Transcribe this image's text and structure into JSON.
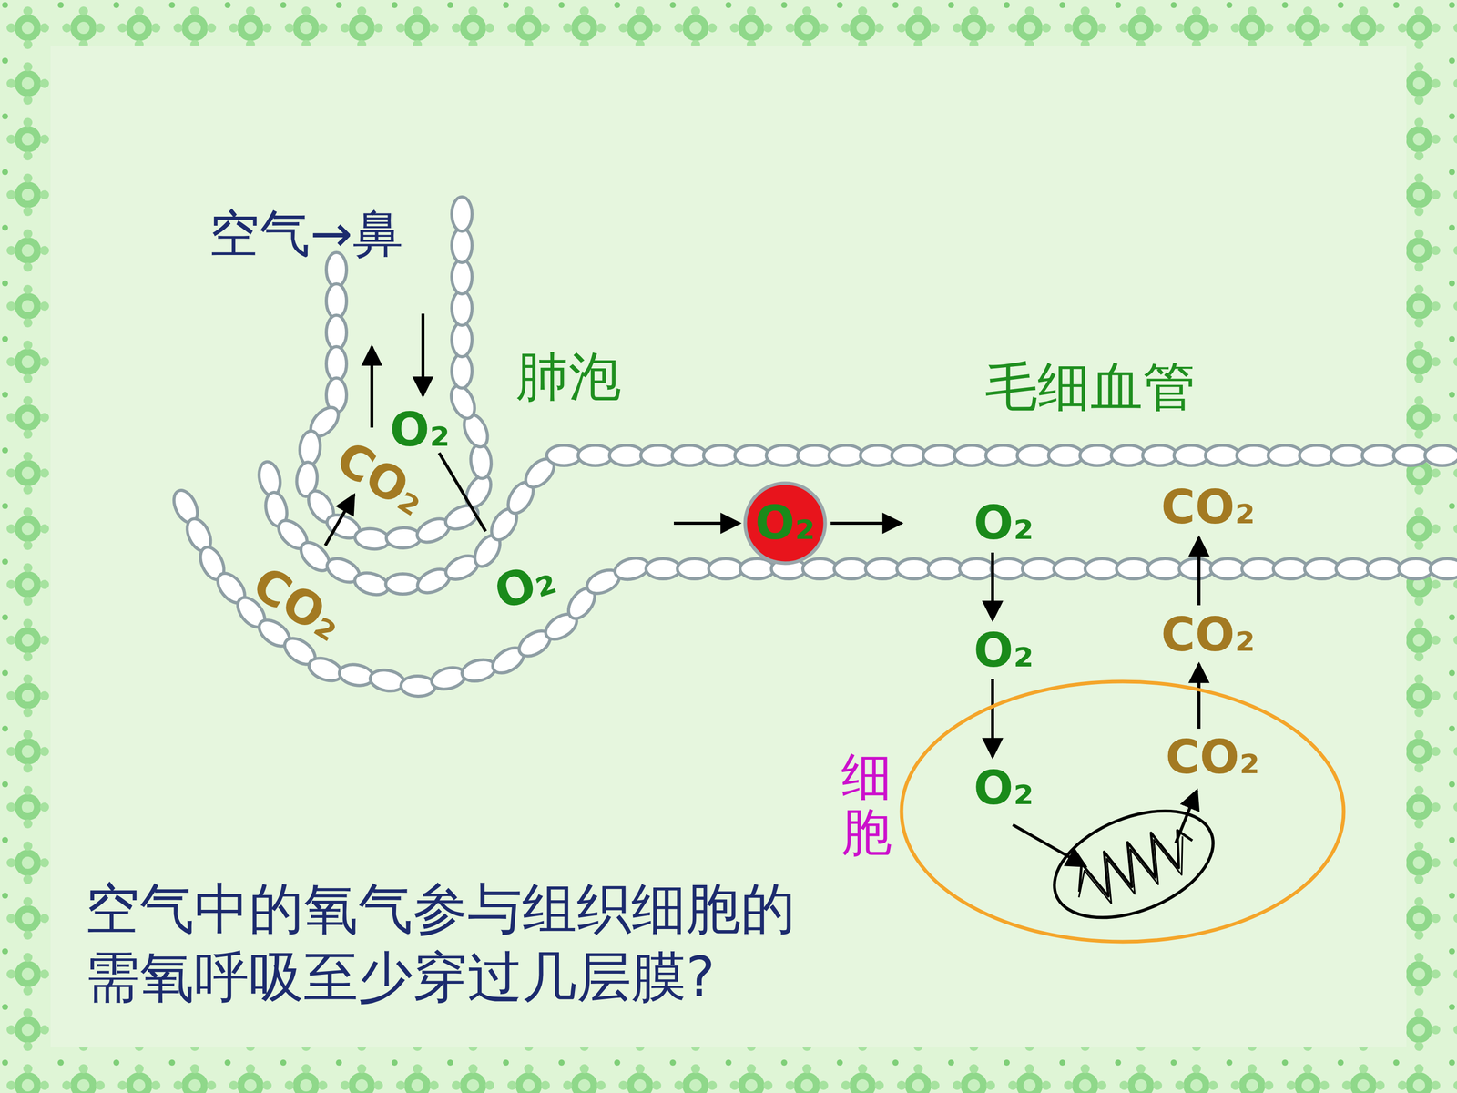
{
  "diagram": {
    "caption": "空气中的氧气参与组织细胞的需氧呼吸至少穿过几层膜?",
    "nodes": [
      {
        "text": [
          "O₂"
        ]
      },
      {
        "text": [
          "细胞",
          "O₂",
          "CO₂"
        ]
      }
    ],
    "labels": [
      "空气→鼻",
      "肺泡",
      "毛细血管",
      "O₂",
      "CO₂",
      "CO₂",
      "O₂",
      "O₂",
      "CO₂",
      "O₂",
      "CO₂"
    ]
  }
}
